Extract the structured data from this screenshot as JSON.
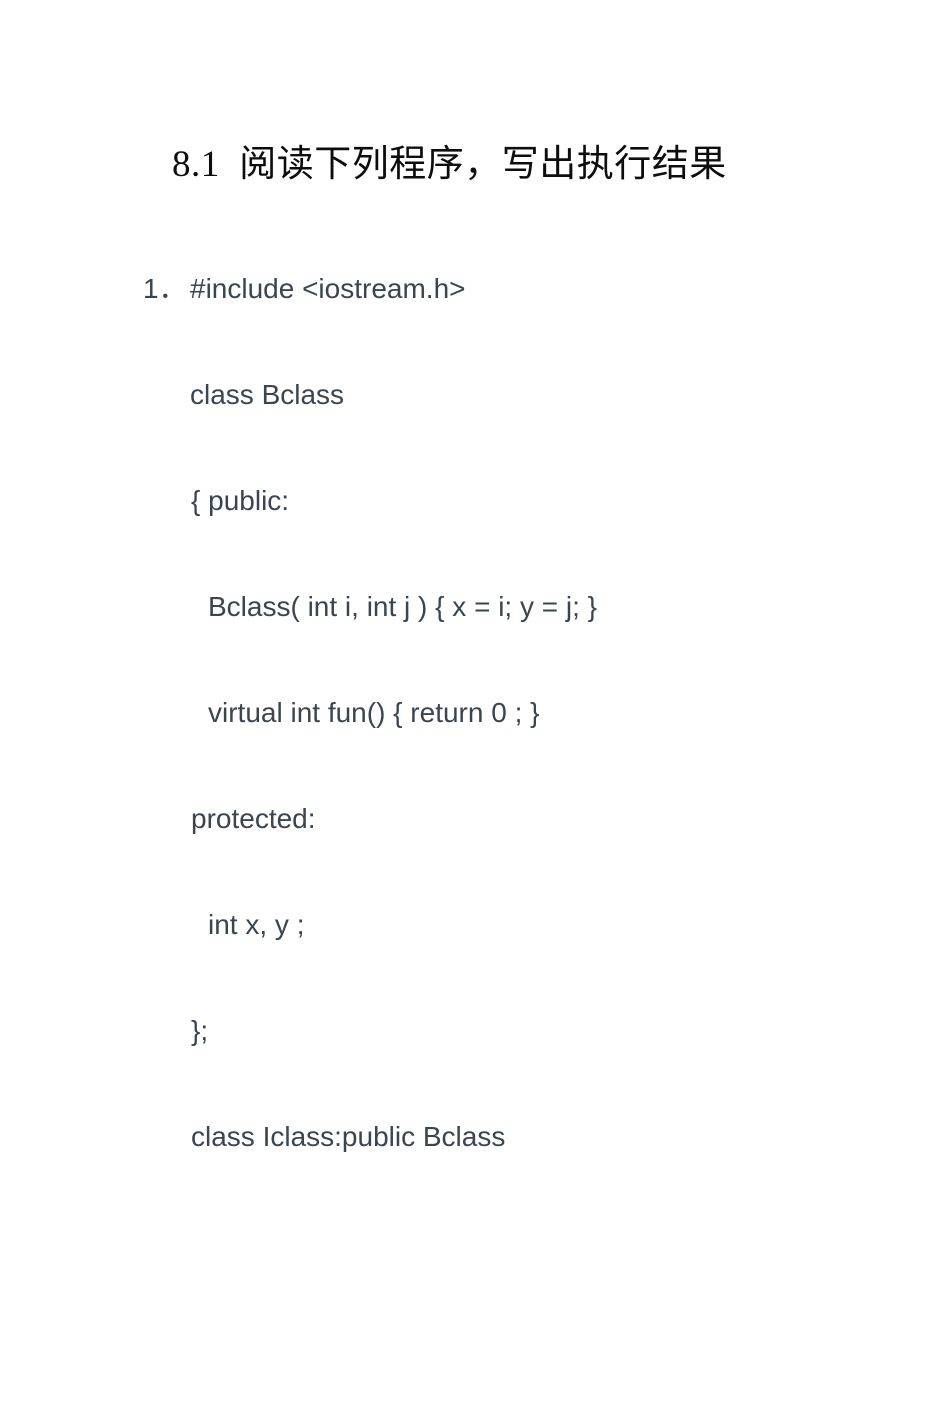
{
  "document": {
    "heading": "8.1  阅读下列程序，写出执行结果",
    "text_color": "#3b4552",
    "heading_color": "#0d0d0d",
    "background_color": "#ffffff",
    "listing": {
      "marker": "1．",
      "lines": [
        {
          "text": "#include <iostream.h>",
          "indent": 0,
          "has_marker": true
        },
        {
          "text": "class Bclass",
          "indent": 0,
          "has_marker": false
        },
        {
          "text": "{ public:",
          "indent": 1,
          "has_marker": false
        },
        {
          "text": "Bclass( int i, int j ) { x = i; y = j; }",
          "indent": 2,
          "has_marker": false
        },
        {
          "text": "virtual int fun() { return 0 ; }",
          "indent": 2,
          "has_marker": false
        },
        {
          "text": "protected:",
          "indent": 1,
          "has_marker": false
        },
        {
          "text": "int x, y ;",
          "indent": 2,
          "has_marker": false
        },
        {
          "text": "};",
          "indent": 1,
          "has_marker": false
        },
        {
          "text": "class Iclass:public Bclass",
          "indent": 1,
          "has_marker": false
        }
      ]
    }
  }
}
